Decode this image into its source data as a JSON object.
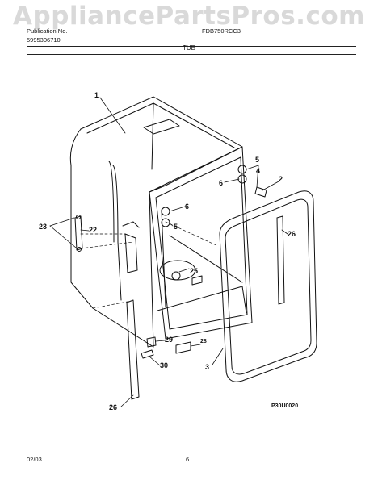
{
  "watermark": "AppliancePartsPros.com",
  "header": {
    "publication": "Publication No.",
    "publication_number": "5995306710",
    "model": "FDB750RCC3"
  },
  "title": "TUB",
  "diagram": {
    "callouts": {
      "c1": "1",
      "c2": "2",
      "c3": "3",
      "c4": "4",
      "c5a": "5",
      "c5b": "5",
      "c6a": "6",
      "c6b": "6",
      "c22": "22",
      "c23": "23",
      "c25": "25",
      "c26a": "26",
      "c26b": "26",
      "c28": "28",
      "c29": "29",
      "c30": "30"
    },
    "reference_code": "P30U0020"
  },
  "footer": {
    "date": "02/03",
    "page": "6"
  }
}
